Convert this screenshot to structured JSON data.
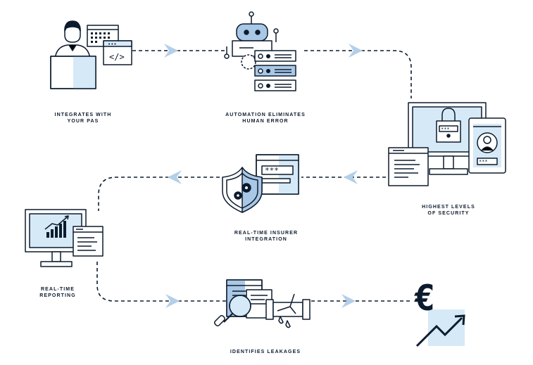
{
  "colors": {
    "navy": "#0d1b2e",
    "light_blue": "#d6e9f7",
    "mid_blue": "#a9c8e6",
    "arrow_blue": "#b3cfe9"
  },
  "steps": [
    {
      "id": "integrates",
      "icon": "person-laptop-code-icon",
      "label_lines": [
        "INTEGRATES WITH",
        "YOUR PAS"
      ]
    },
    {
      "id": "automation",
      "icon": "robot-server-icon",
      "label_lines": [
        "AUTOMATION ELIMINATES",
        "HUMAN ERROR"
      ]
    },
    {
      "id": "security",
      "icon": "devices-lock-icon",
      "label_lines": [
        "HIGHEST LEVELS",
        "OF SECURITY"
      ]
    },
    {
      "id": "insurer",
      "icon": "shield-gears-icon",
      "label_lines": [
        "REAL-TIME INSURER",
        "INTEGRATION"
      ]
    },
    {
      "id": "reporting",
      "icon": "monitor-chart-icon",
      "label_lines": [
        "REAL-TIME",
        "REPORTING"
      ]
    },
    {
      "id": "leakages",
      "icon": "magnifier-pipe-leak-icon",
      "label_lines": [
        "IDENTIFIES LEAKAGES"
      ]
    },
    {
      "id": "euro",
      "icon": "euro-growth-icon",
      "label_lines": []
    }
  ],
  "icon_text": {
    "code_tag": "</>",
    "password_mask": "***",
    "dots": "•••"
  },
  "euro_symbol": "€"
}
